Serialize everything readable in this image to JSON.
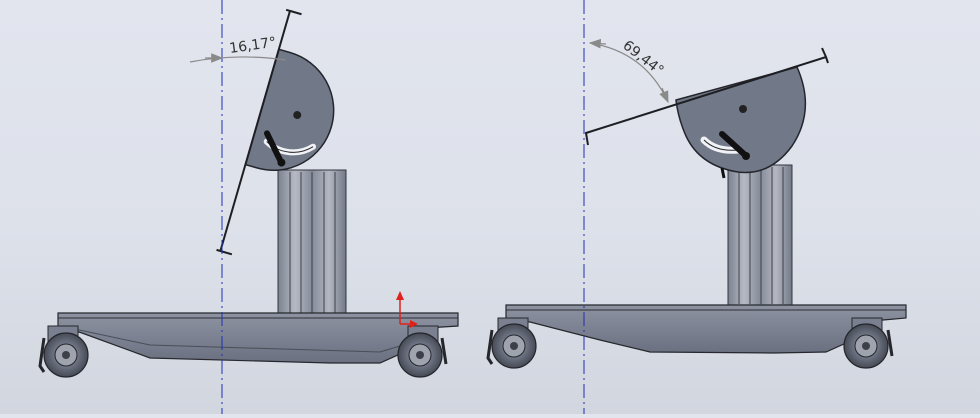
{
  "drawing": {
    "annotations": [
      {
        "id": "left-tilt-angle",
        "text": "16,17°"
      },
      {
        "id": "right-tilt-angle",
        "text": "69,44°"
      }
    ],
    "colors": {
      "background": "#e0e3eb",
      "part_face": "#6f7686",
      "part_edge": "#24262c",
      "column": "#9ea3b0",
      "centerline": "#1c2fb5",
      "dimension": "#8a8a8a",
      "axis_x": "#e0201a",
      "axis_y": "#e0201a"
    },
    "icons": [
      "coordinate-triad-icon"
    ]
  }
}
